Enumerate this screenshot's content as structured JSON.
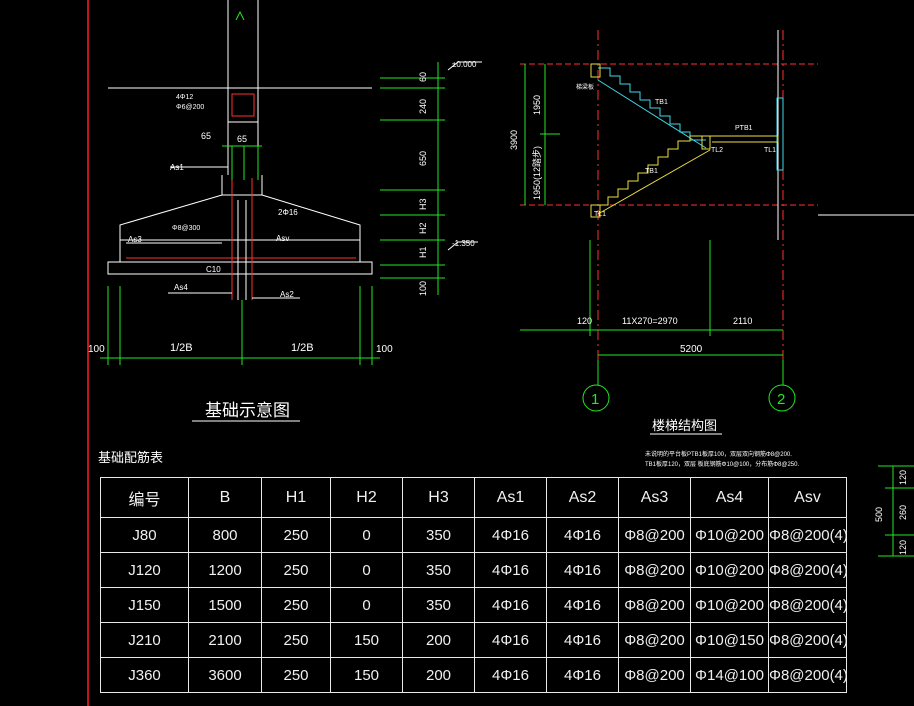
{
  "foundation": {
    "title": "基础示意图",
    "labels": {
      "rebar_top": "4Φ12",
      "stirrup": "Φ6@200",
      "dim_65a": "65",
      "dim_65b": "65",
      "as1": "As1",
      "rebar_2": "2Φ16",
      "stirrup_300": "Φ8@300",
      "as3": "As3",
      "asv": "Asv",
      "c10": "C10",
      "as4": "As4",
      "as2": "As2",
      "half_b_left": "1/2B",
      "half_b_right": "1/2B",
      "dim_100_left": "100",
      "dim_100_right": "100"
    },
    "elev_dims": [
      "60",
      "240",
      "650",
      "H3",
      "H2",
      "H1",
      "100"
    ],
    "elev_marks": {
      "top": "±0.000",
      "bottom": "-1.350"
    }
  },
  "stair": {
    "title": "楼梯结构图",
    "notes": [
      "未说明的平台板PTB1板厚100，双层双向钢筋Φ8@200.",
      "TB1板厚120，双层 板底钢筋Φ10@100，分布筋Φ8@250."
    ],
    "labels": {
      "tb1_top": "TB1",
      "tb1_bottom": "TB1",
      "ptb1": "PTB1",
      "tl2": "TL2",
      "tl1_bottom": "TL1",
      "tl1_right": "TL1",
      "beam_note": "梯梁板"
    },
    "dims": {
      "h_total": "3900",
      "h_upper": "1950",
      "h_lower": "1950(12踏步)",
      "w_offset": "120",
      "w_flight": "11X270=2970",
      "w_landing": "2110",
      "w_total": "5200"
    },
    "axes": [
      "1",
      "2"
    ]
  },
  "side_dims": [
    "120",
    "260",
    "120",
    "500"
  ],
  "table": {
    "title": "基础配筋表",
    "headers": [
      "编号",
      "B",
      "H1",
      "H2",
      "H3",
      "As1",
      "As2",
      "As3",
      "As4",
      "Asv"
    ],
    "rows": [
      [
        "J80",
        "800",
        "250",
        "0",
        "350",
        "4Φ16",
        "4Φ16",
        "Φ8@200",
        "Φ10@200",
        "Φ8@200(4)"
      ],
      [
        "J120",
        "1200",
        "250",
        "0",
        "350",
        "4Φ16",
        "4Φ16",
        "Φ8@200",
        "Φ10@200",
        "Φ8@200(4)"
      ],
      [
        "J150",
        "1500",
        "250",
        "0",
        "350",
        "4Φ16",
        "4Φ16",
        "Φ8@200",
        "Φ10@200",
        "Φ8@200(4)"
      ],
      [
        "J210",
        "2100",
        "250",
        "150",
        "200",
        "4Φ16",
        "4Φ16",
        "Φ8@200",
        "Φ10@150",
        "Φ8@200(4)"
      ],
      [
        "J360",
        "3600",
        "250",
        "150",
        "200",
        "4Φ16",
        "4Φ16",
        "Φ8@200",
        "Φ14@100",
        "Φ8@200(4)"
      ]
    ]
  },
  "colors": {
    "background": "#000000",
    "structure": "#ffffff",
    "dimension": "#22e822",
    "rebar": "#ff3030",
    "stairs": "#e8e040",
    "stairs_upper": "#40d8e8",
    "axis_line": "#ff2020"
  }
}
